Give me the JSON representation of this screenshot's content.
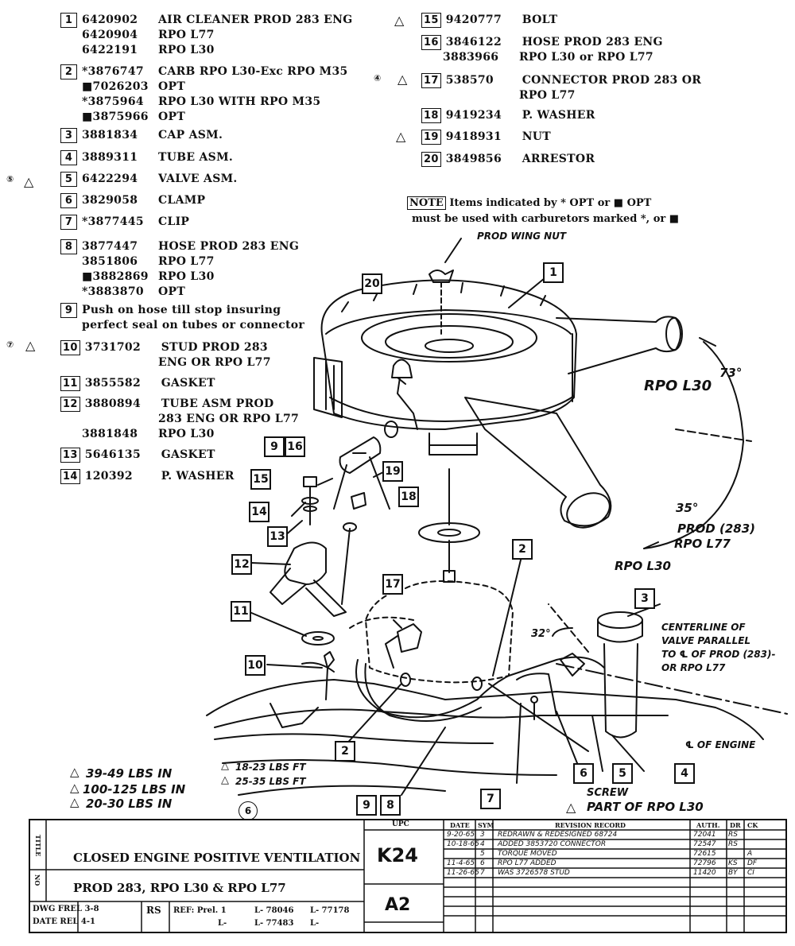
{
  "parts_left": [
    {
      "num": "1",
      "rows": [
        [
          "6420902",
          "AIR CLEANER PROD 283 ENG"
        ],
        [
          "6420904",
          "RPO L77"
        ],
        [
          "6422191",
          "RPO L30"
        ]
      ]
    },
    {
      "num": "2",
      "rows": [
        [
          "*3876747",
          "CARB RPO L30-Exc RPO M35"
        ],
        [
          "■7026203",
          "OPT"
        ],
        [
          "*3875964",
          "RPO L30 WITH RPO M35"
        ],
        [
          "■3875966",
          "OPT"
        ]
      ]
    },
    {
      "num": "3",
      "rows": [
        [
          "3881834",
          "CAP ASM."
        ]
      ]
    },
    {
      "num": "4",
      "rows": [
        [
          "3889311",
          "TUBE ASM."
        ]
      ]
    },
    {
      "num": "5",
      "rows": [
        [
          "6422294",
          "VALVE ASM."
        ]
      ]
    },
    {
      "num": "6",
      "rows": [
        [
          "3829058",
          "CLAMP"
        ]
      ]
    },
    {
      "num": "7",
      "rows": [
        [
          "*3877445",
          "CLIP"
        ]
      ]
    },
    {
      "num": "8",
      "rows": [
        [
          "3877447",
          "HOSE PROD 283 ENG"
        ],
        [
          "3851806",
          "RPO L77"
        ],
        [
          "■3882869",
          "RPO L30"
        ],
        [
          "*3883870",
          "OPT"
        ]
      ]
    },
    {
      "num": "9",
      "rows": [
        [
          "Push on hose till stop insuring",
          ""
        ],
        [
          "perfect seal on tubes or connector",
          ""
        ]
      ]
    },
    {
      "num": "10",
      "rows": [
        [
          "3731702",
          "STUD PROD 283"
        ],
        [
          "",
          "ENG OR RPO L77"
        ]
      ]
    },
    {
      "num": "11",
      "rows": [
        [
          "3855582",
          "GASKET"
        ]
      ]
    },
    {
      "num": "12",
      "rows": [
        [
          "3880894",
          "TUBE ASM PROD"
        ],
        [
          "",
          "283 ENG OR RPO L77"
        ],
        [
          "3881848",
          "RPO L30"
        ]
      ]
    },
    {
      "num": "13",
      "rows": [
        [
          "5646135",
          "GASKET"
        ]
      ]
    },
    {
      "num": "14",
      "rows": [
        [
          "120392",
          "P. WASHER"
        ]
      ]
    }
  ],
  "parts_right": [
    {
      "num": "15",
      "rows": [
        [
          "9420777",
          "BOLT"
        ]
      ]
    },
    {
      "num": "16",
      "rows": [
        [
          "3846122",
          "HOSE PROD 283 ENG"
        ],
        [
          "3883966",
          "RPO L30 or RPO L77"
        ]
      ]
    },
    {
      "num": "17",
      "rows": [
        [
          "538570",
          "CONNECTOR PROD 283 OR"
        ],
        [
          "",
          "RPO L77"
        ]
      ]
    },
    {
      "num": "18",
      "rows": [
        [
          "9419234",
          "P. WASHER"
        ]
      ]
    },
    {
      "num": "19",
      "rows": [
        [
          "9418931",
          "NUT"
        ]
      ]
    },
    {
      "num": "20",
      "rows": [
        [
          "3849856",
          "ARRESTOR"
        ]
      ]
    }
  ],
  "note": {
    "label": "NOTE",
    "line1": "Items indicated by * OPT or ■ OPT",
    "line2": "must be used with carburetors marked *,    or ■"
  },
  "labels": {
    "wing_nut": "PROD WING NUT",
    "rpo_l30_a": "RPO L30",
    "angle_73": "73°",
    "angle_35": "35°",
    "prod_283": "PROD (283)",
    "rpo_l77": "RPO L77",
    "rpo_l30_b": "RPO L30",
    "angle_32": "32°",
    "centerline_1": "CENTERLINE OF",
    "centerline_2": "VALVE PARALLEL",
    "centerline_3": "TO ℄ OF PROD (283)-",
    "centerline_4": "OR RPO L77",
    "cl_engine": "℄ OF ENGINE",
    "screw": "SCREW",
    "part_of": "PART OF RPO L30",
    "torque_1": "39-49 LBS IN",
    "torque_2": "100-125 LBS IN",
    "torque_3": "20-30 LBS IN",
    "torque_4": "18-23 LBS FT",
    "torque_5": "25-35 LBS FT",
    "circle6": "6"
  },
  "title_block": {
    "title_label": "TITLE",
    "title": "CLOSED ENGINE POSITIVE VENTILATION",
    "subtitle_label": "NO",
    "subtitle": "PROD 283, RPO L30 & RPO L77",
    "upc_label": "UPC",
    "upc": "K24",
    "sheet": "A2",
    "dwg": "DWG FREL 3-8",
    "date": "DATE REL 4-1",
    "rs": "RS",
    "ref": "REF: Prel. 1",
    "ref_l1": "L- 78046",
    "ref_l2": "L- 77178",
    "ref_l3": "L-",
    "ref_l4": "L- 77483",
    "ref_l5": "L-",
    "date_h": "DATE",
    "sym_h": "SYM",
    "rev_h": "REVISION RECORD",
    "auth_h": "AUTH.",
    "dr_h": "DR",
    "ck_h": "CK",
    "revisions": [
      {
        "date": "9-20-65",
        "sym": "3",
        "rec": "REDRAWN & REDESIGNED 68724",
        "auth": "72041",
        "dr": "RS",
        "ck": ""
      },
      {
        "date": "10-18-65",
        "sym": "4",
        "rec": "ADDED 3853720 CONNECTOR",
        "auth": "72547",
        "dr": "RS",
        "ck": ""
      },
      {
        "date": "",
        "sym": "5",
        "rec": "TORQUE MOVED",
        "auth": "72615",
        "dr": "",
        "ck": "A"
      },
      {
        "date": "11-4-65",
        "sym": "6",
        "rec": "RPO L77 ADDED",
        "auth": "72796",
        "dr": "KS",
        "ck": "DF"
      },
      {
        "date": "11-26-65",
        "sym": "7",
        "rec": "WAS 3726578 STUD",
        "auth": "11420",
        "dr": "BY",
        "ck": "CI"
      }
    ]
  }
}
